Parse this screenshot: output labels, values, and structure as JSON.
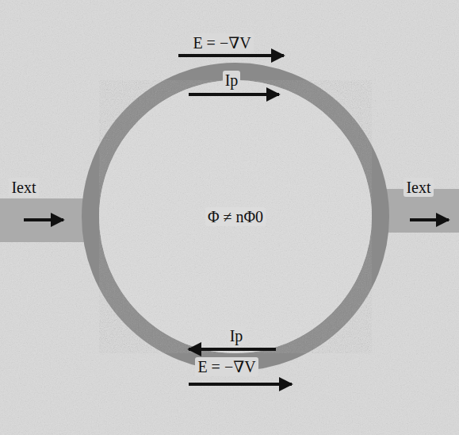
{
  "diagram": {
    "labels": [
      "E = −∇V",
      "Ip",
      "Iext",
      "Φ ≠ nΦ0",
      "Iext",
      "Ip",
      "E = −∇V"
    ]
  }
}
